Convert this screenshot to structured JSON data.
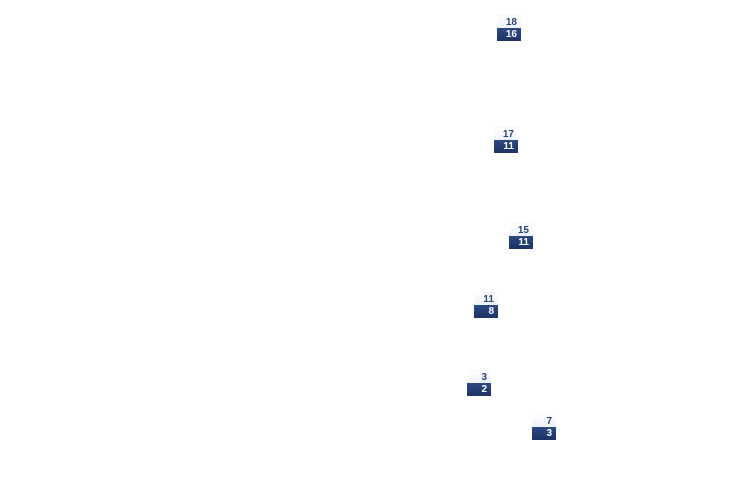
{
  "chart_data": {
    "type": "table",
    "series": [
      {
        "values": [
          18,
          17,
          15,
          11,
          3,
          7
        ]
      },
      {
        "values": [
          16,
          11,
          11,
          8,
          2,
          3
        ]
      }
    ]
  },
  "colors": {
    "top_text": "#2b4675",
    "bottom_bg": "#1f3a70",
    "bottom_text": "#ffffff"
  }
}
